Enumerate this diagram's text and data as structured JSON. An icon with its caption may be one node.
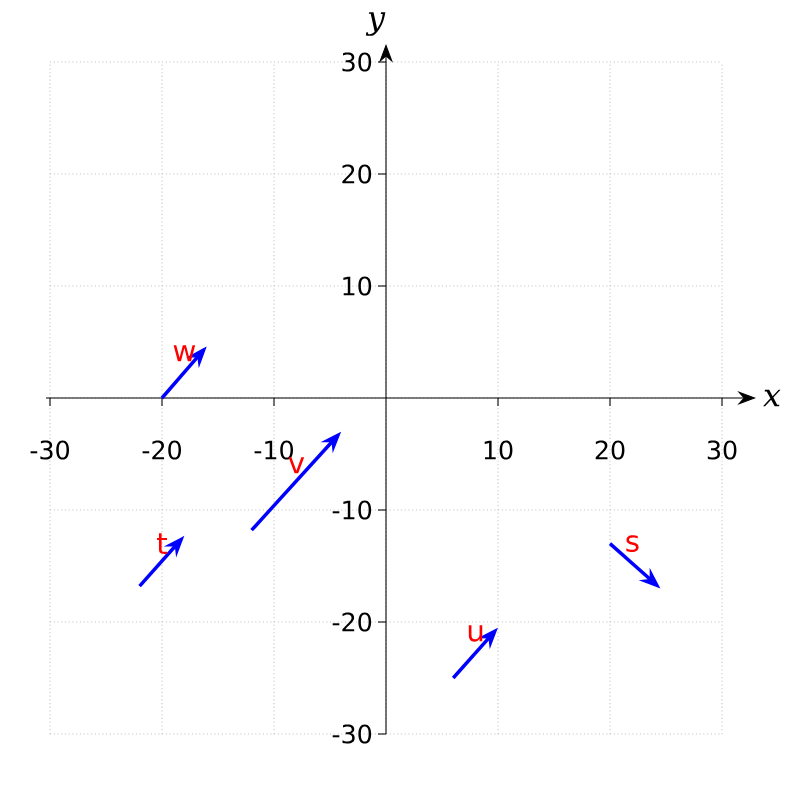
{
  "diagram": {
    "labels": [
      "y",
      "30",
      "20",
      "10",
      "x",
      "-30",
      "-20",
      "-10",
      "10",
      "20",
      "30",
      "-10",
      "-20",
      "-30",
      "w",
      "v",
      "t",
      "u",
      "s"
    ]
  }
}
